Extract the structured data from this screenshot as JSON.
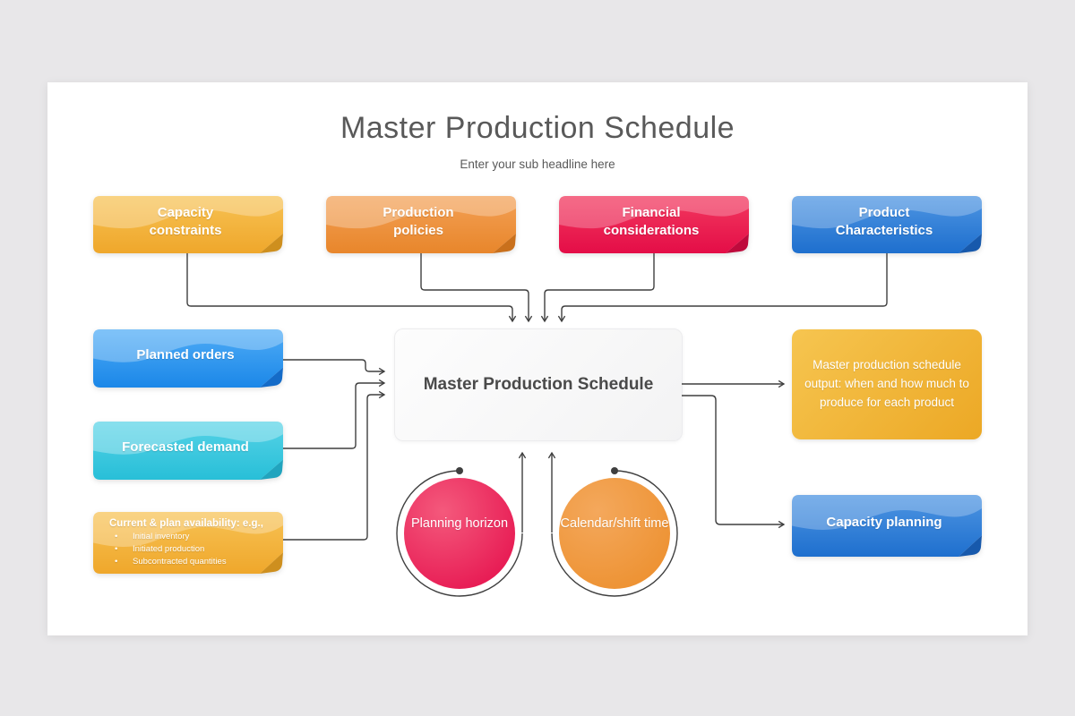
{
  "header": {
    "title": "Master Production Schedule",
    "subtitle": "Enter your sub headline here"
  },
  "top_factors": [
    {
      "label": "Capacity constraints",
      "color": "#F0AC31"
    },
    {
      "label": "Production policies",
      "color": "#EC8F3B"
    },
    {
      "label": "Financial considerations",
      "color": "#E9154D"
    },
    {
      "label": "Product Characteristics",
      "color": "#2D7BD4"
    }
  ],
  "inputs": [
    {
      "label": "Planned orders",
      "color": "#2196F3"
    },
    {
      "label": "Forecasted demand",
      "color": "#38C8DF"
    },
    {
      "label": "Current & plan availability: e.g.,",
      "color": "#F0AC31",
      "bullets": [
        "Initial inventory",
        "Initiated production",
        "Subcontracted quantities"
      ]
    }
  ],
  "center": {
    "label": "Master Production Schedule"
  },
  "parameters": [
    {
      "label": "Planning horizon",
      "color": "#E50F4C"
    },
    {
      "label": "Calendar/shift time",
      "color": "#EC8F2D"
    }
  ],
  "outputs": [
    {
      "label": "Master production schedule output: when and how much to produce for each product",
      "color": "#EFB33A"
    },
    {
      "label": "Capacity planning",
      "color": "#2D7BD4"
    }
  ],
  "colors": {
    "background": "#E8E7E9",
    "slide": "#FFFFFF",
    "connector": "#3F3F3F",
    "title_text": "#595959"
  }
}
